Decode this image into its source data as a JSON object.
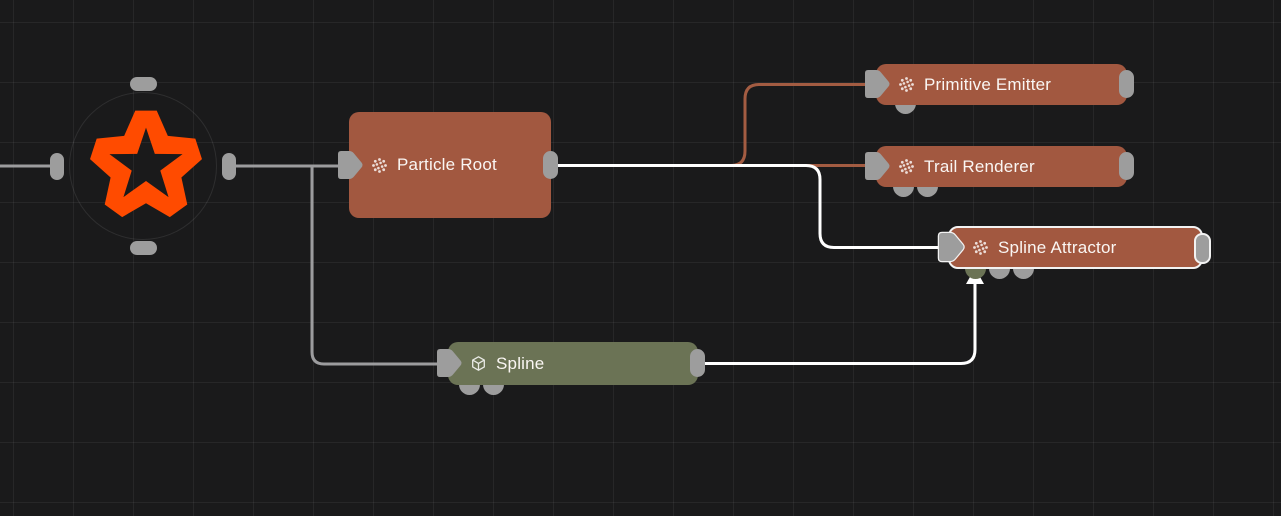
{
  "editor": {
    "type": "node-graph-editor",
    "background_color": "#1a1a1b",
    "grid_color": "rgba(255,255,255,0.055)",
    "accent_logo_color": "#FF4B00",
    "node_red_color": "#A25840",
    "node_green_color": "#6B7355",
    "port_color": "#9d9d9d",
    "selection_color": "#f2f2f2",
    "wire_gray_color": "#9c9c9e",
    "wire_orange_color": "#A35C42",
    "wire_white_color": "#ffffff"
  },
  "nodes": {
    "root_star": {
      "label": "",
      "icon": "star-logo",
      "ports": [
        "top",
        "right",
        "bottom",
        "left"
      ]
    },
    "particle_root": {
      "label": "Particle Root",
      "icon": "particles-icon",
      "color": "#A25840",
      "selected": false
    },
    "primitive_emitter": {
      "label": "Primitive Emitter",
      "icon": "particles-icon",
      "color": "#A25840",
      "selected": false
    },
    "trail_renderer": {
      "label": "Trail Renderer",
      "icon": "particles-icon",
      "color": "#A25840",
      "selected": false
    },
    "spline_attractor": {
      "label": "Spline Attractor",
      "icon": "particles-icon",
      "color": "#A25840",
      "selected": true
    },
    "spline": {
      "label": "Spline",
      "icon": "cube-icon",
      "color": "#6B7355",
      "selected": false
    }
  },
  "wires": [
    {
      "from": "canvas-left-edge",
      "to": "root_star.in",
      "color": "gray"
    },
    {
      "from": "root_star.out",
      "to": "particle_root.in",
      "color": "gray"
    },
    {
      "from": "root_star.out",
      "to": "spline.in",
      "color": "gray"
    },
    {
      "from": "particle_root.out",
      "to": "primitive_emitter.in",
      "color": "orange"
    },
    {
      "from": "particle_root.out",
      "to": "trail_renderer.in",
      "color": "orange"
    },
    {
      "from": "particle_root.out",
      "to": "spline_attractor.in",
      "color": "white"
    },
    {
      "from": "spline.out",
      "to": "spline_attractor.bottom-port-1",
      "color": "white",
      "arrowhead": true
    }
  ]
}
